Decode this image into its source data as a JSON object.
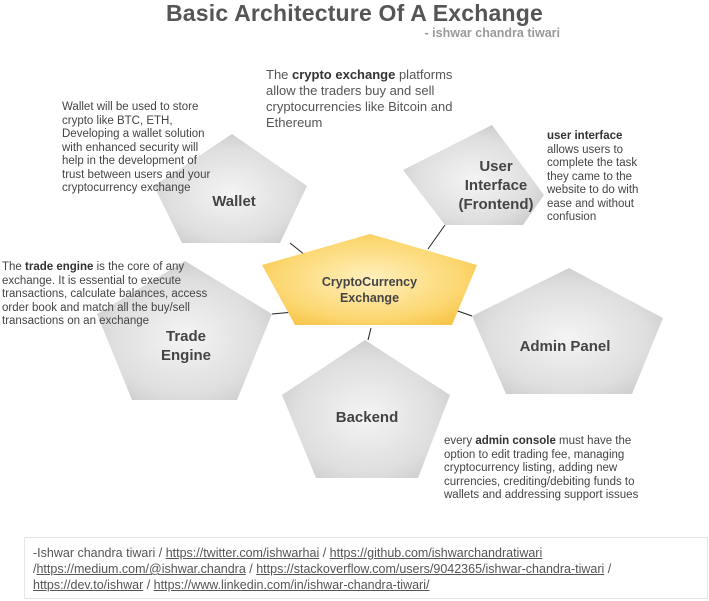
{
  "header": {
    "title": "Basic Architecture Of A Exchange",
    "subtitle": "- ishwar chandra tiwari"
  },
  "nodes": {
    "center": "CryptoCurrency Exchange",
    "wallet": "Wallet",
    "ui_line1": "User",
    "ui_line2": "Interface",
    "ui_line3": "(Frontend)",
    "trade_line1": "Trade",
    "trade_line2": "Engine",
    "admin": "Admin Panel",
    "backend": "Backend"
  },
  "notes": {
    "intro_pre": "The ",
    "intro_bold": "crypto exchange",
    "intro_post": " platforms allow the traders buy and sell cryptocurrencies like Bitcoin and Ethereum",
    "wallet": "Wallet will be used to store crypto like BTC, ETH, Developing a wallet solution with enhanced security will help in the development of trust between users and your cryptocurrency exchange",
    "ui_bold": "user interface",
    "ui_post": " allows users to complete the task they came to the website to do with ease and without confusion",
    "trade_pre": "The ",
    "trade_bold": "trade engine",
    "trade_post": " is the core of any exchange. It is essential to execute transactions, calculate balances, access order book and match all the buy/sell transactions on an exchange",
    "admin_pre": "every ",
    "admin_bold": "admin console",
    "admin_post": " must have the option to edit trading fee, managing cryptocurrency listing, adding new currencies, crediting/debiting funds to wallets and addressing support issues"
  },
  "footer": {
    "prefix": "-Ishwar chandra tiwari / ",
    "twitter": "https://twitter.com/ishwarhai",
    "sep1": " / ",
    "github": "https://github.com/ishwarchandratiwari",
    "sep2": " /",
    "medium": "https://medium.com/@ishwar.chandra",
    "sep3": " / ",
    "stackoverflow": "https://stackoverflow.com/users/9042365/ishwar-chandra-tiwari",
    "sep4": " / ",
    "devto": "https://dev.to/ishwar",
    "sep5": " / ",
    "linkedin": "https://www.linkedin.com/in/ishwar-chandra-tiwari/"
  }
}
